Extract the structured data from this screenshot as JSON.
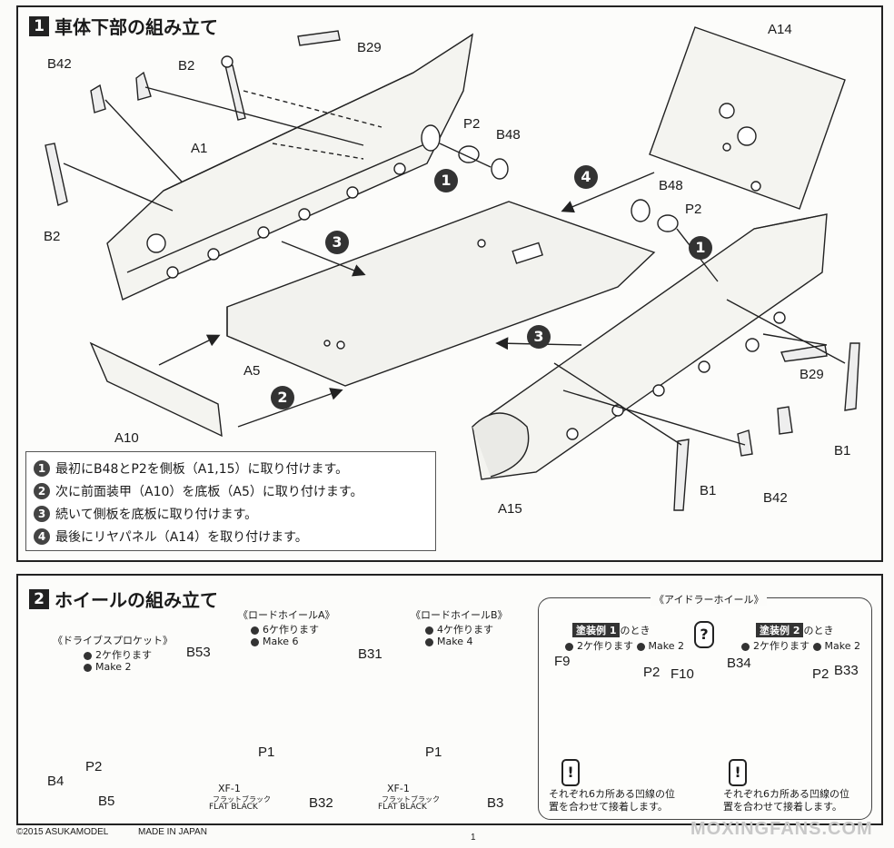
{
  "section1": {
    "number": "1",
    "title": "車体下部の組み立て",
    "part_labels": {
      "b29_top": "B29",
      "b2_top": "B2",
      "b42_top": "B42",
      "a1": "A1",
      "b2_left": "B2",
      "p2_left": "P2",
      "b48_left": "B48",
      "a14": "A14",
      "b48_right": "B48",
      "p2_right": "P2",
      "a5": "A5",
      "a10": "A10",
      "b29_right": "B29",
      "b1_right": "B1",
      "b1_bottom": "B1",
      "b42_bottom": "B42",
      "a15": "A15"
    },
    "step_markers": [
      "1",
      "4",
      "3",
      "1",
      "3",
      "2"
    ],
    "instructions": [
      {
        "num": "1",
        "text": "最初にB48とP2を側板（A1,15）に取り付けます。"
      },
      {
        "num": "2",
        "text": "次に前面装甲（A10）を底板（A5）に取り付けます。"
      },
      {
        "num": "3",
        "text": "続いて側板を底板に取り付けます。"
      },
      {
        "num": "4",
        "text": "最後にリヤパネル（A14）を取り付けます。"
      }
    ]
  },
  "section2": {
    "number": "2",
    "title": "ホイールの組み立て",
    "sprocket": {
      "title": "《ドライブスプロケット》",
      "make_jp": "2ケ作ります",
      "make_en": "Make 2",
      "labels": [
        "B4",
        "P2",
        "B5"
      ]
    },
    "road_wheel_a": {
      "title": "《ロードホイールA》",
      "make_jp": "6ケ作ります",
      "make_en": "Make 6",
      "labels": [
        "B53",
        "P1",
        "B32"
      ],
      "paint_code": "XF-1",
      "paint_jp": "フラットブラック",
      "paint_en": "FLAT BLACK"
    },
    "road_wheel_b": {
      "title": "《ロードホイールB》",
      "make_jp": "4ケ作ります",
      "make_en": "Make 4",
      "labels": [
        "B31",
        "P1",
        "B3"
      ],
      "paint_code": "XF-1",
      "paint_jp": "フラットブラック",
      "paint_en": "FLAT BLACK"
    },
    "idler": {
      "title": "《アイドラーホイール》",
      "example1": {
        "badge": "塗装例 1",
        "suffix": "のとき",
        "make_jp": "2ケ作ります",
        "make_en": "Make 2",
        "labels": [
          "F9",
          "P2",
          "F10"
        ],
        "note_line1": "それぞれ6カ所ある凹線の位",
        "note_line2": "置を合わせて接着します。"
      },
      "example2": {
        "badge": "塗装例 2",
        "suffix": "のとき",
        "make_jp": "2ケ作ります",
        "make_en": "Make 2",
        "labels": [
          "B34",
          "P2",
          "B33"
        ],
        "note_line1": "それぞれ6カ所ある凹線の位",
        "note_line2": "置を合わせて接着します。"
      },
      "question_mark": "?",
      "warning_mark": "!"
    }
  },
  "footer": {
    "copyright": "©2015 ASUKAMODEL",
    "made_in": "MADE IN JAPAN",
    "page": "1"
  },
  "watermark": "MOXINGFANS.COM"
}
